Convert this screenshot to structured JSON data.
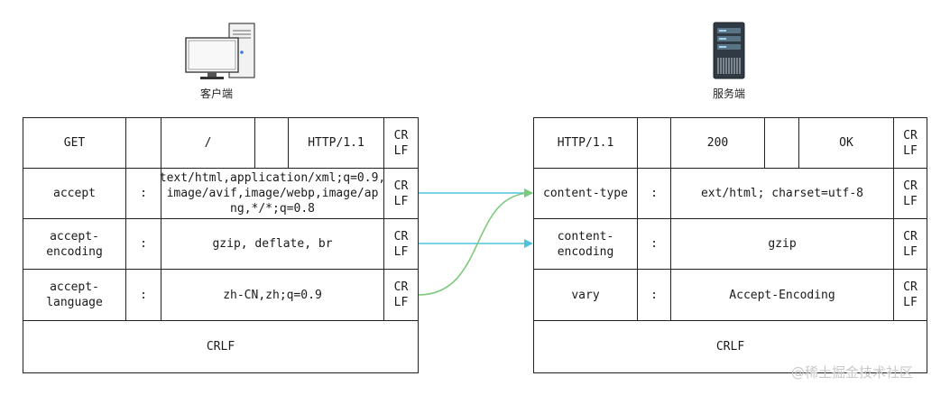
{
  "client": {
    "caption": "客户端",
    "request_line": {
      "method": "GET",
      "sp1": "",
      "path": "/",
      "sp2": "",
      "version": "HTTP/1.1",
      "crlf": "CR\nLF"
    },
    "headers": [
      {
        "name": "accept",
        "sep": ":",
        "value": "text/html,application/xml;q=0.9,\nimage/avif,image/webp,image/ap\nng,*/*;q=0.8",
        "crlf": "CR\nLF"
      },
      {
        "name": "accept-\nencoding",
        "sep": ":",
        "value": "gzip, deflate, br",
        "crlf": "CR\nLF"
      },
      {
        "name": "accept-\nlanguage",
        "sep": ":",
        "value": "zh-CN,zh;q=0.9",
        "crlf": "CR\nLF"
      }
    ],
    "final_crlf": "CRLF"
  },
  "server": {
    "caption": "服务端",
    "status_line": {
      "version": "HTTP/1.1",
      "sp1": "",
      "code": "200",
      "sp2": "",
      "reason": "OK",
      "crlf": "CR\nLF"
    },
    "headers": [
      {
        "name": "content-type",
        "sep": ":",
        "value": "ext/html; charset=utf-8",
        "crlf": "CR\nLF"
      },
      {
        "name": "content-\nencoding",
        "sep": ":",
        "value": "gzip",
        "crlf": "CR\nLF"
      },
      {
        "name": "vary",
        "sep": ":",
        "value": "Accept-Encoding",
        "crlf": "CR\nLF"
      }
    ],
    "final_crlf": "CRLF"
  },
  "colors": {
    "arrow_teal": "#4fc3d8",
    "arrow_green": "#7bc97b",
    "border": "#222222"
  },
  "icons": {
    "client": "desktop-computer-icon",
    "server": "server-rack-icon"
  },
  "watermark": "@稀土掘金技术社区"
}
